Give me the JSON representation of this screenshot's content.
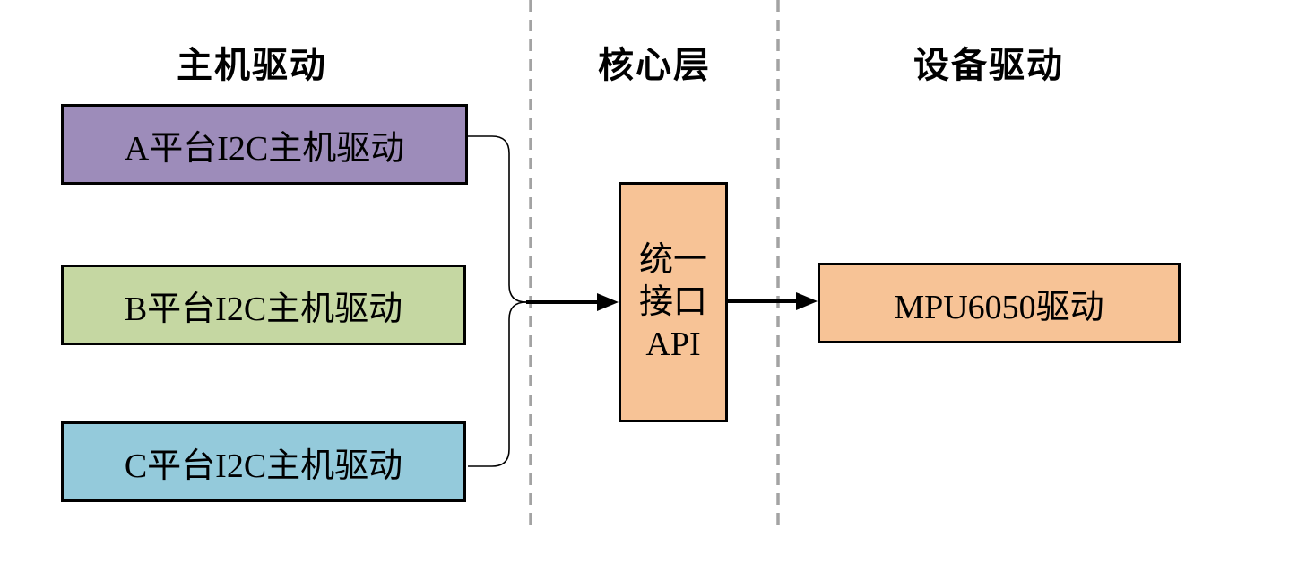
{
  "diagram": {
    "columns": {
      "host": {
        "header": "主机驱动"
      },
      "core": {
        "header": "核心层"
      },
      "device": {
        "header": "设备驱动"
      }
    },
    "nodes": {
      "host_a": {
        "label": "A平台I2C主机驱动",
        "fill": "#9D8CBA"
      },
      "host_b": {
        "label": "B平台I2C主机驱动",
        "fill": "#C5D7A2"
      },
      "host_c": {
        "label": "C平台I2C主机驱动",
        "fill": "#94CADB"
      },
      "api": {
        "line1": "统一",
        "line2": "接口",
        "line3": "API",
        "fill": "#F7C396"
      },
      "device_mpu6050": {
        "label": "MPU6050驱动",
        "fill": "#F7C396"
      }
    },
    "colors": {
      "background": "#FFFFFF",
      "node_border": "#000000",
      "connector": "#000000",
      "divider_dashed": "#A3A3A3",
      "text": "#000000"
    }
  }
}
